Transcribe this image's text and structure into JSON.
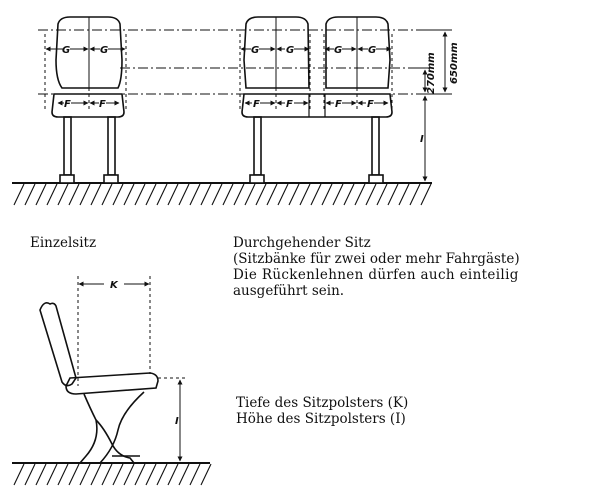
{
  "labels": {
    "single_seat": "Einzelsitz",
    "continuous_seat_title": "Durchgehender Sitz",
    "continuous_seat_subtitle": "(Sitzbänke für zwei oder mehr Fahrgäste)",
    "continuous_seat_note_line1": "Die Rückenlehnen dürfen auch einteilig",
    "continuous_seat_note_line2": "ausgeführt sein.",
    "legend_depth": "Tiefe des Sitzpolsters (K)",
    "legend_height": "Höhe des Sitzpolsters (I)"
  },
  "dimensions": {
    "G": "G",
    "F": "F",
    "K": "K",
    "I": "I",
    "height_270": "270mm",
    "height_650": "650mm"
  },
  "colors": {
    "ink": "#111111",
    "paper": "#ffffff"
  }
}
